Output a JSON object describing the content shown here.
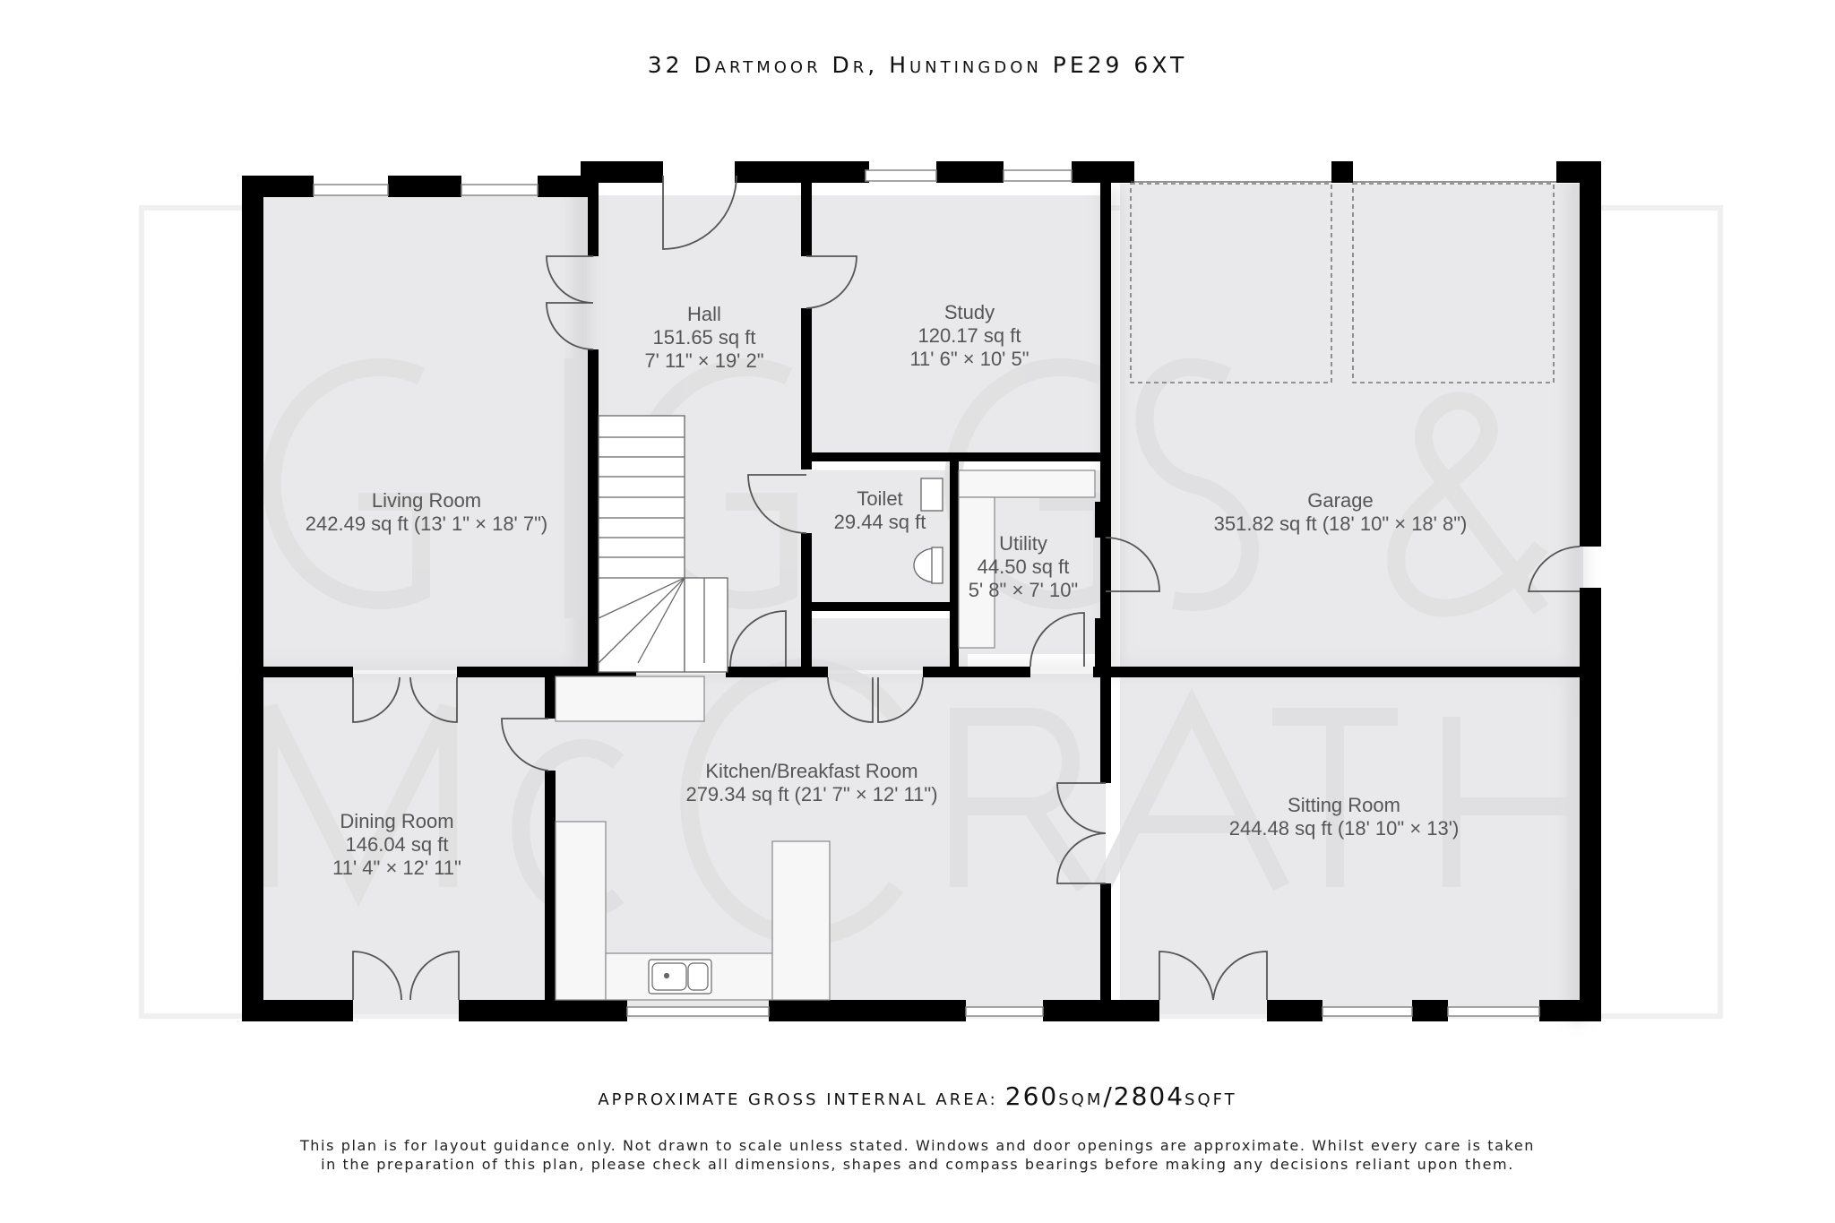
{
  "header": {
    "address": "32 Dartmoor Dr, Huntingdon PE29 6XT"
  },
  "watermark": {
    "text_line1": "GIGGS &",
    "text_line2": "McGRATH"
  },
  "rooms": {
    "living_room": {
      "name": "Living Room",
      "area": "242.49 sq ft (13' 1\" × 18' 7\")"
    },
    "hall": {
      "name": "Hall",
      "area": "151.65 sq ft",
      "dims": "7' 11\" × 19' 2\""
    },
    "study": {
      "name": "Study",
      "area": "120.17 sq ft",
      "dims": "11' 6\" × 10' 5\""
    },
    "garage": {
      "name": "Garage",
      "area": "351.82 sq ft (18' 10\" × 18' 8\")"
    },
    "toilet": {
      "name": "Toilet",
      "area": "29.44 sq ft"
    },
    "utility": {
      "name": "Utility",
      "area": "44.50 sq ft",
      "dims": "5' 8\" × 7' 10\""
    },
    "dining_room": {
      "name": "Dining Room",
      "area": "146.04 sq ft",
      "dims": "11' 4\" × 12' 11\""
    },
    "kitchen": {
      "name": "Kitchen/Breakfast Room",
      "area": "279.34 sq ft (21' 7\" × 12' 11\")"
    },
    "sitting_room": {
      "name": "Sitting Room",
      "area": "244.48 sq ft (18' 10\" × 13')"
    }
  },
  "footer": {
    "area_prefix": "approximate gross internal area:",
    "sqm_value": "260",
    "sqm_unit": "sqm",
    "separator": "/",
    "sqft_value": "2804",
    "sqft_unit": "sqft",
    "disclaimer_line1": "This plan is for layout guidance only. Not drawn to scale unless stated. Windows and door openings are approximate. Whilst every care is taken",
    "disclaimer_line2": "in the preparation of this plan, please check all dimensions, shapes and compass bearings before making any decisions reliant upon them."
  },
  "colors": {
    "wall": "#000000",
    "floor": "#e9e9eb",
    "fixture": "#f7f7f7",
    "label": "#555555",
    "watermark": "#dedee0"
  }
}
